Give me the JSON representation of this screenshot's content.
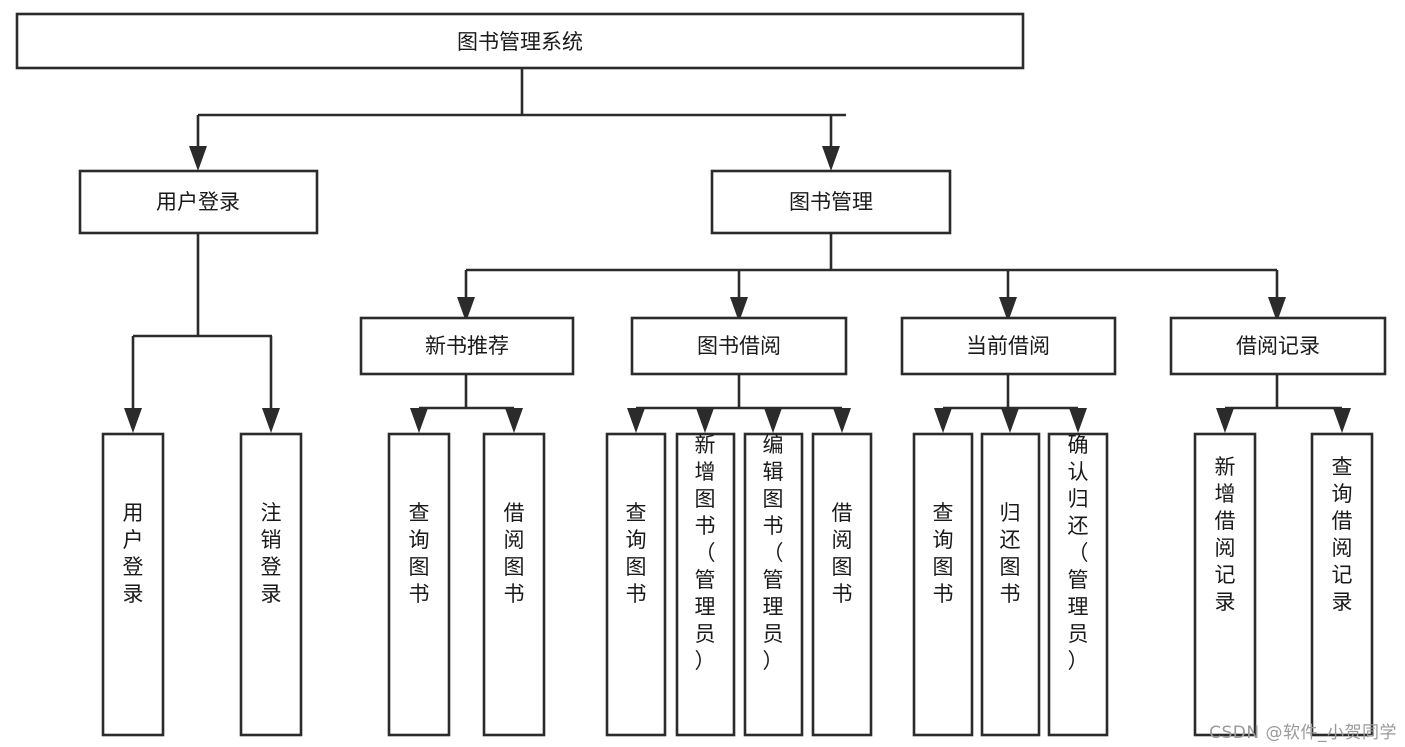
{
  "diagram": {
    "title": "图书管理系统",
    "type": "tree-hierarchy",
    "orientation": "top-down",
    "watermark": "CSDN @软件_小贺同学",
    "colors": {
      "box_fill": "#ffffff",
      "box_stroke": "#2b2b2b",
      "text": "#1a1a1a",
      "background": "#ffffff",
      "watermark_text": "#9a9a9a"
    },
    "levels": {
      "root": {
        "label": "图书管理系统"
      },
      "level2": [
        {
          "label": "用户登录"
        },
        {
          "label": "图书管理"
        }
      ],
      "level3": [
        {
          "label": "新书推荐"
        },
        {
          "label": "图书借阅"
        },
        {
          "label": "当前借阅"
        },
        {
          "label": "借阅记录"
        }
      ]
    },
    "leaves": {
      "user_login": [
        {
          "label": "用户登录"
        },
        {
          "label": "注销登录"
        }
      ],
      "new_book_recommend": [
        {
          "label": "查询图书"
        },
        {
          "label": "借阅图书"
        }
      ],
      "book_borrow": [
        {
          "label": "查询图书"
        },
        {
          "label": "新增图书（管理员）"
        },
        {
          "label": "编辑图书（管理员）"
        },
        {
          "label": "借阅图书"
        }
      ],
      "current_borrow": [
        {
          "label": "查询图书"
        },
        {
          "label": "归还图书"
        },
        {
          "label": "确认归还（管理员）"
        }
      ],
      "borrow_record": [
        {
          "label": "新增借阅记录"
        },
        {
          "label": "查询借阅记录"
        }
      ]
    }
  }
}
